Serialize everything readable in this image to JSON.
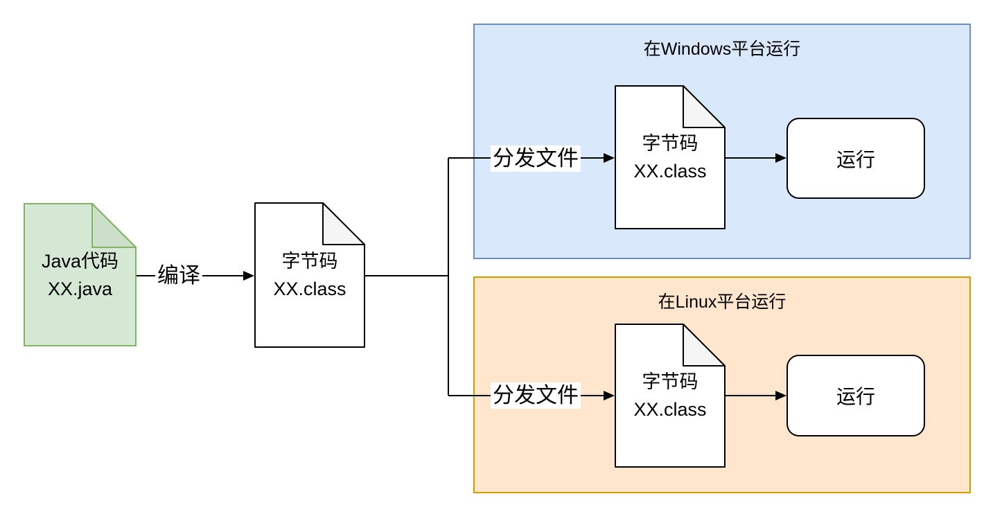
{
  "diagram": {
    "source_doc": {
      "line1": "Java代码",
      "line2": "XX.java"
    },
    "compile_label": "编译",
    "bytecode_doc": {
      "line1": "字节码",
      "line2": "XX.class"
    },
    "windows": {
      "title": "在Windows平台运行",
      "distribute_label": "分发文件",
      "doc": {
        "line1": "字节码",
        "line2": "XX.class"
      },
      "run_label": "运行"
    },
    "linux": {
      "title": "在Linux平台运行",
      "distribute_label": "分发文件",
      "doc": {
        "line1": "字节码",
        "line2": "XX.class"
      },
      "run_label": "运行"
    },
    "colors": {
      "source_fill": "#d5e8d4",
      "source_stroke": "#82b366",
      "source_fold": "#cbdfc9",
      "windows_fill": "#dae8fc",
      "windows_stroke": "#6c8ebf",
      "linux_fill": "#ffe6cc",
      "linux_stroke": "#d79b00",
      "doc_fill": "#ffffff",
      "doc_fold": "#f5f5f5",
      "line_color": "#000000"
    }
  }
}
